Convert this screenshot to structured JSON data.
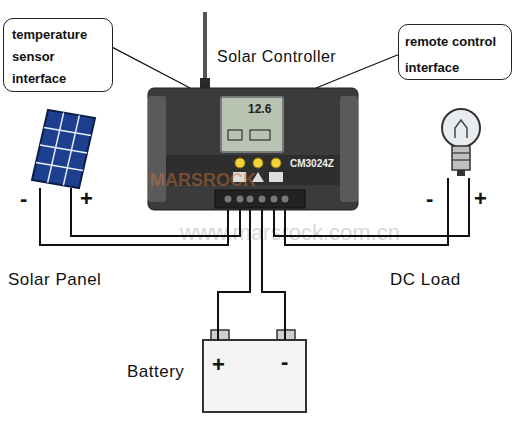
{
  "diagram": {
    "nodes": [
      {
        "text": [
          "temperature sensor interface"
        ]
      },
      {
        "text": [
          "Solar Controller",
          "12.6",
          "CM3024Z"
        ]
      },
      {
        "text": [
          "remote control interface"
        ]
      },
      {
        "text": [
          "Solar Panel"
        ]
      },
      {
        "text": [
          "DC Load"
        ]
      },
      {
        "text": [
          "Battery",
          "+",
          "-"
        ]
      }
    ],
    "edges": [
      {
        "from": 0,
        "to": 1,
        "arrow": "none"
      },
      {
        "from": 2,
        "to": 1,
        "arrow": "none"
      },
      {
        "from": 3,
        "to": 1,
        "arrow": "none"
      },
      {
        "from": 3,
        "to": 1,
        "arrow": "none"
      },
      {
        "from": 5,
        "to": 1,
        "arrow": "none"
      },
      {
        "from": 5,
        "to": 1,
        "arrow": "none"
      },
      {
        "from": 4,
        "to": 1,
        "arrow": "none"
      },
      {
        "from": 4,
        "to": 1,
        "arrow": "none"
      }
    ],
    "labels": [
      "-",
      "+",
      "-",
      "+",
      "MARSROCK",
      "www.marsrock.com.cn"
    ]
  }
}
